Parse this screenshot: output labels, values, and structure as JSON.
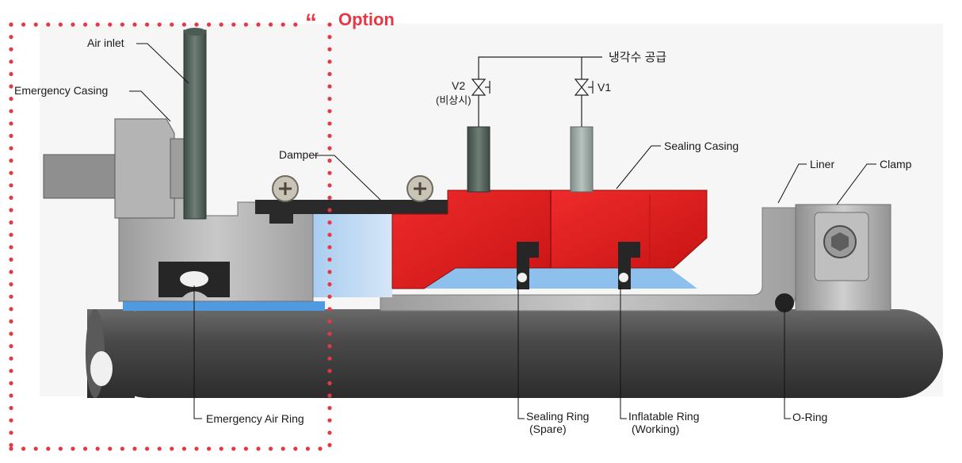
{
  "option": {
    "quote_mark": "66",
    "label": "Option",
    "accent_color": "#e53845"
  },
  "labels": {
    "air_inlet": "Air inlet",
    "emergency_casing": "Emergency Casing",
    "damper": "Damper",
    "coolant_supply": "냉각수 공급",
    "v2": "V2",
    "v2_note": "(비상시)",
    "v1": "V1",
    "sealing_casing": "Sealing Casing",
    "liner": "Liner",
    "clamp": "Clamp",
    "emergency_air_ring": "Emergency Air Ring",
    "sealing_ring": "Sealing Ring",
    "sealing_ring_note": "(Spare)",
    "inflatable_ring": "Inflatable Ring",
    "inflatable_ring_note": "(Working)",
    "o_ring": "O-Ring"
  },
  "colors": {
    "sealing_casing": "#e11d1d",
    "emergency_casing": "#a8a8a8",
    "shaft": "#3f3f3f",
    "water": "#7fb6ea",
    "pipe": "#5f6f68"
  }
}
